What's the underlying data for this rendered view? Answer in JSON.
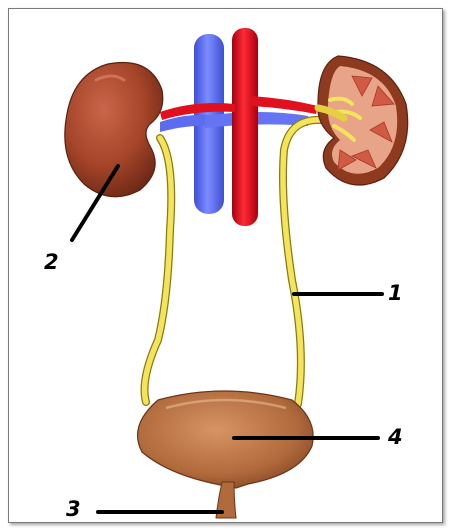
{
  "diagram": {
    "labels": {
      "ureter": "1",
      "kidney": "2",
      "urethra": "3",
      "bladder": "4"
    },
    "colors": {
      "vein": "#5c6cf0",
      "artery": "#e0101e",
      "ureter": "#f0e04a",
      "kidney": "#a8462a",
      "bladder": "#c07a4a",
      "leader": "#000000"
    }
  }
}
